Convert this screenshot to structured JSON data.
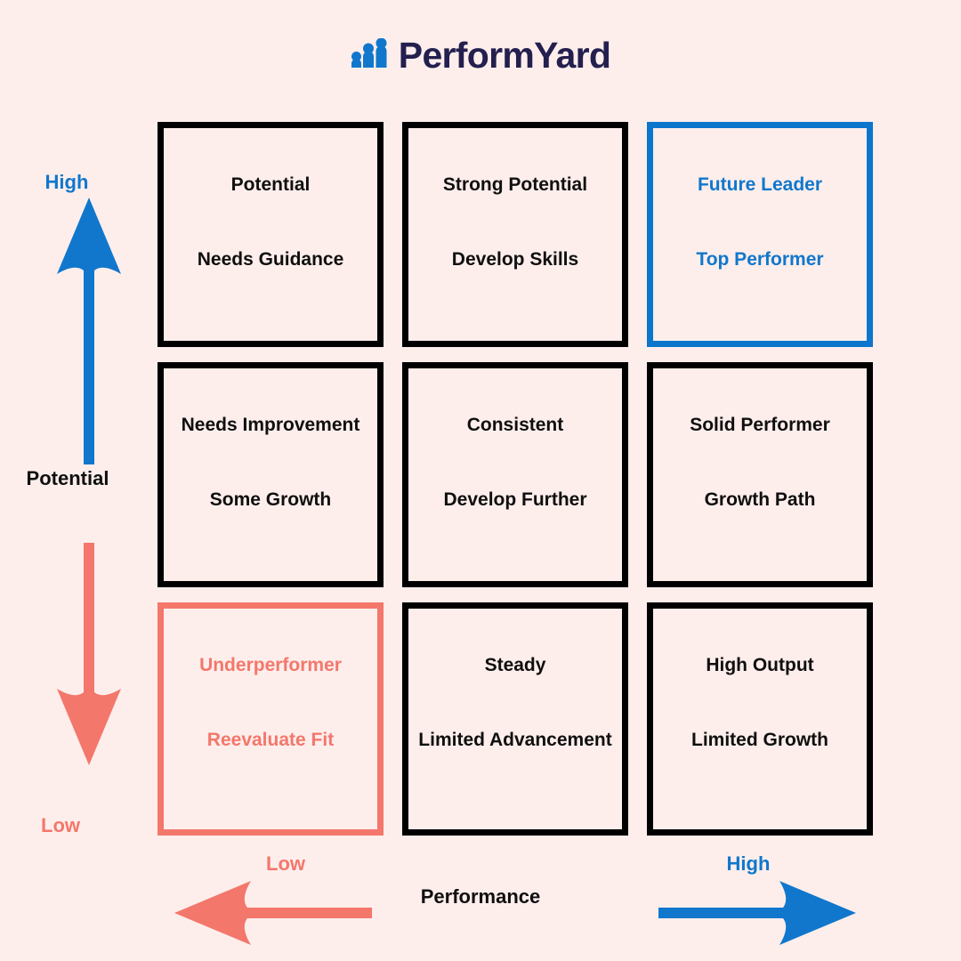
{
  "brand": {
    "name": "PerformYard",
    "logo_icon": "people-bars-icon",
    "text_color": "#231f4e",
    "icon_color": "#1177cc"
  },
  "colors": {
    "background": "#fdeeec",
    "neutral": "#100f0f",
    "accent_blue": "#1177cc",
    "accent_salmon": "#f4776b"
  },
  "axes": {
    "y": {
      "title": "Potential",
      "high_label": "High",
      "low_label": "Low",
      "up_arrow_icon": "arrow-up-icon",
      "down_arrow_icon": "arrow-down-icon"
    },
    "x": {
      "title": "Performance",
      "high_label": "High",
      "low_label": "Low",
      "left_arrow_icon": "arrow-left-icon",
      "right_arrow_icon": "arrow-right-icon"
    }
  },
  "grid": {
    "rows": 3,
    "columns": 3,
    "cells": [
      {
        "title": "Potential",
        "subtitle": "Needs Guidance",
        "accent": "neutral"
      },
      {
        "title": "Strong Potential",
        "subtitle": "Develop Skills",
        "accent": "neutral"
      },
      {
        "title": "Future Leader",
        "subtitle": "Top Performer",
        "accent": "blue"
      },
      {
        "title": "Needs Improvement",
        "subtitle": "Some Growth",
        "accent": "neutral"
      },
      {
        "title": "Consistent",
        "subtitle": "Develop Further",
        "accent": "neutral"
      },
      {
        "title": "Solid Performer",
        "subtitle": "Growth Path",
        "accent": "neutral"
      },
      {
        "title": "Underperformer",
        "subtitle": "Reevaluate Fit",
        "accent": "salmon"
      },
      {
        "title": "Steady",
        "subtitle": "Limited Advancement",
        "accent": "neutral"
      },
      {
        "title": "High Output",
        "subtitle": "Limited Growth",
        "accent": "neutral"
      }
    ]
  }
}
